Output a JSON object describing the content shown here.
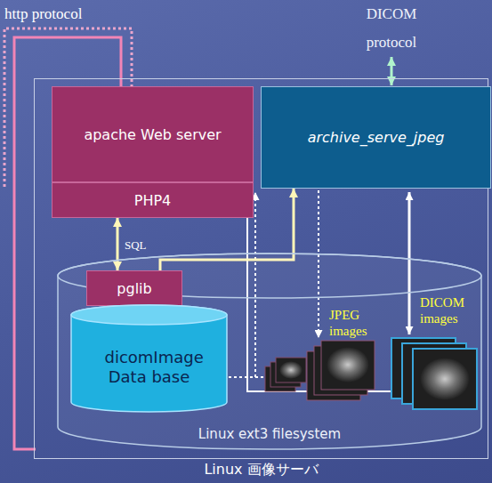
{
  "diagram": {
    "nodes": [
      {
        "text": [
          "Linux 画像サーバ"
        ]
      },
      {
        "text": [
          "apache Web server"
        ],
        "in": 0
      },
      {
        "text": [
          "PHP4"
        ],
        "in": 0
      },
      {
        "text": [
          "archive_serve_jpeg"
        ],
        "in": 0
      },
      {
        "text": [
          "Linux ext3 filesystem"
        ],
        "in": 0
      },
      {
        "text": [
          "pglib"
        ],
        "in": 4
      },
      {
        "text": [
          "dicomImage Data base"
        ],
        "in": 4
      }
    ],
    "edges": [
      {
        "from": 2,
        "to": 5,
        "arrow": "both",
        "label": "SQL"
      },
      {
        "from": 5,
        "to": 3,
        "arrow": "to"
      }
    ],
    "labels": [
      "http protocol",
      "DICOM protocol",
      "JPEG images",
      "DICOM images"
    ]
  }
}
